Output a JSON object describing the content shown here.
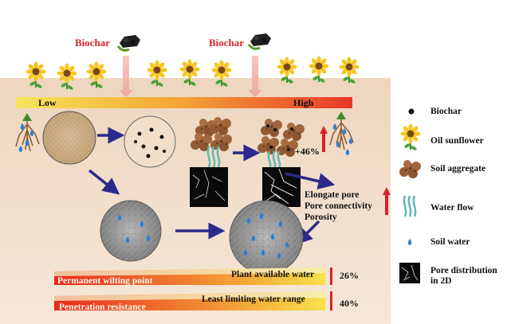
{
  "top_labels": {
    "biochar_left": "Biochar",
    "biochar_right": "Biochar"
  },
  "gradient_bar": {
    "low": "Low",
    "high": "High"
  },
  "increase_label": "+46%",
  "pore_effects": [
    "Elongate pore",
    "Pore connectivity",
    "Porosity"
  ],
  "bottom_bars": [
    {
      "text": "Plant available water",
      "percent": "26%"
    },
    {
      "text": "Permanent wilting point",
      "percent": ""
    },
    {
      "text": "Least limiting water range",
      "percent": "40%"
    },
    {
      "text": "Penetration resistance",
      "percent": ""
    }
  ],
  "legend": [
    {
      "label": "Biochar",
      "icon": "biochar-dot-icon"
    },
    {
      "label": "Oil sunflower",
      "icon": "sunflower-icon"
    },
    {
      "label": "Soil aggregate",
      "icon": "soil-aggregate-icon"
    },
    {
      "label": "Water flow",
      "icon": "water-flow-icon"
    },
    {
      "label": "Soil water",
      "icon": "water-drop-icon"
    },
    {
      "label": "Pore distribution in 2D",
      "icon": "pore-map-icon"
    }
  ],
  "colors": {
    "soil": "#f1ddc8",
    "red": "#d8232a",
    "arrow": "#2b2a8c",
    "bar_start": "#e8281f",
    "bar_end": "#f7e24b"
  }
}
